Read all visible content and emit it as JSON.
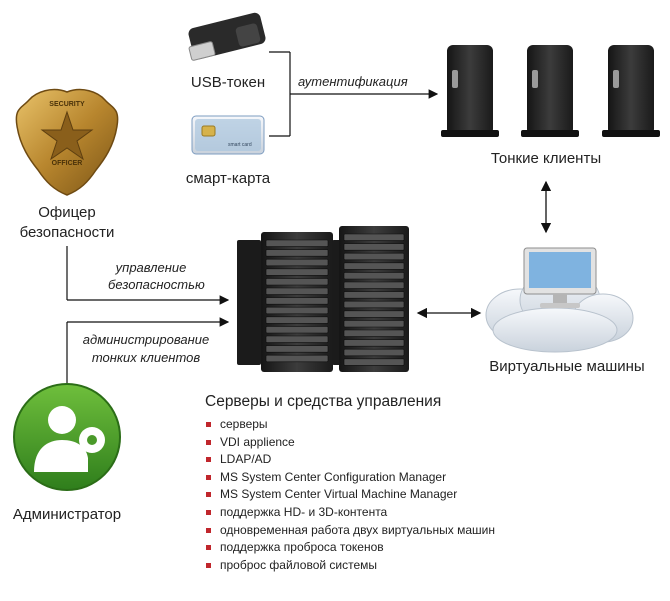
{
  "labels": {
    "usb_token": "USB-токен",
    "smart_card": "смарт-карта",
    "smart_card_print": "smart card",
    "auth": "аутентификация",
    "thin_clients": "Тонкие клиенты",
    "officer_line1": "Офицер",
    "officer_line2": "безопасности",
    "badge_top": "SECURITY",
    "badge_bottom": "OFFICER",
    "security_mgmt_line1": "управление",
    "security_mgmt_line2": "безопасностью",
    "thin_admin_line1": "администрирование",
    "thin_admin_line2": "тонких клиентов",
    "virtual_machines": "Виртуальные машины",
    "administrator": "Администратор",
    "servers_title": "Серверы и средства управления"
  },
  "features": [
    "серверы",
    "VDI applience",
    "LDAP/AD",
    "MS System Center Configuration Manager",
    "MS System Center Virtual Machine Manager",
    "поддержка HD- и 3D-контента",
    "одновременная работа двух виртуальных машин",
    "поддержка проброса токенов",
    "проброс файловой системы"
  ],
  "colors": {
    "accent_red": "#c0262c",
    "admin_green": "#4a9a2a",
    "badge_gold": "#b8862e",
    "server_dark": "#2b2b2b",
    "cloud": "#dde3ea",
    "card_blue": "#a9c4dd"
  }
}
